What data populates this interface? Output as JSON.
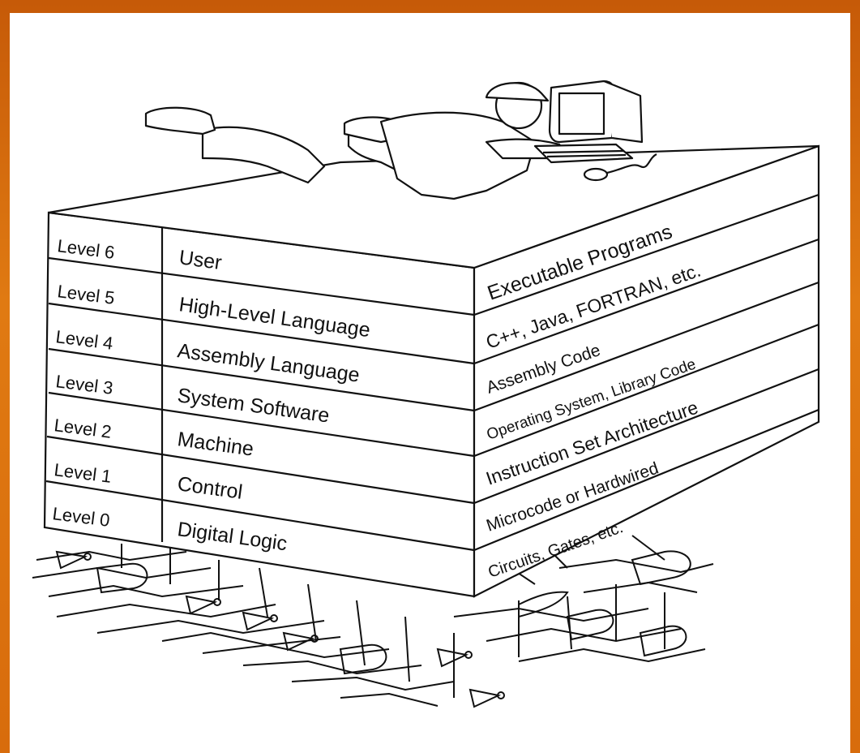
{
  "diagram": {
    "levels": [
      {
        "number": "Level 6",
        "name": "User",
        "implementation": "Executable Programs"
      },
      {
        "number": "Level 5",
        "name": "High-Level Language",
        "implementation": "C++, Java, FORTRAN, etc."
      },
      {
        "number": "Level 4",
        "name": "Assembly Language",
        "implementation": "Assembly Code"
      },
      {
        "number": "Level 3",
        "name": "System Software",
        "implementation": "Operating System, Library Code"
      },
      {
        "number": "Level 2",
        "name": "Machine",
        "implementation": "Instruction Set Architecture"
      },
      {
        "number": "Level 1",
        "name": "Control",
        "implementation": "Microcode or Hardwired"
      },
      {
        "number": "Level 0",
        "name": "Digital Logic",
        "implementation": "Circuits, Gates, etc."
      }
    ],
    "colors": {
      "frame": "#d8680e",
      "background": "#ffffff",
      "ink": "#111111"
    }
  }
}
